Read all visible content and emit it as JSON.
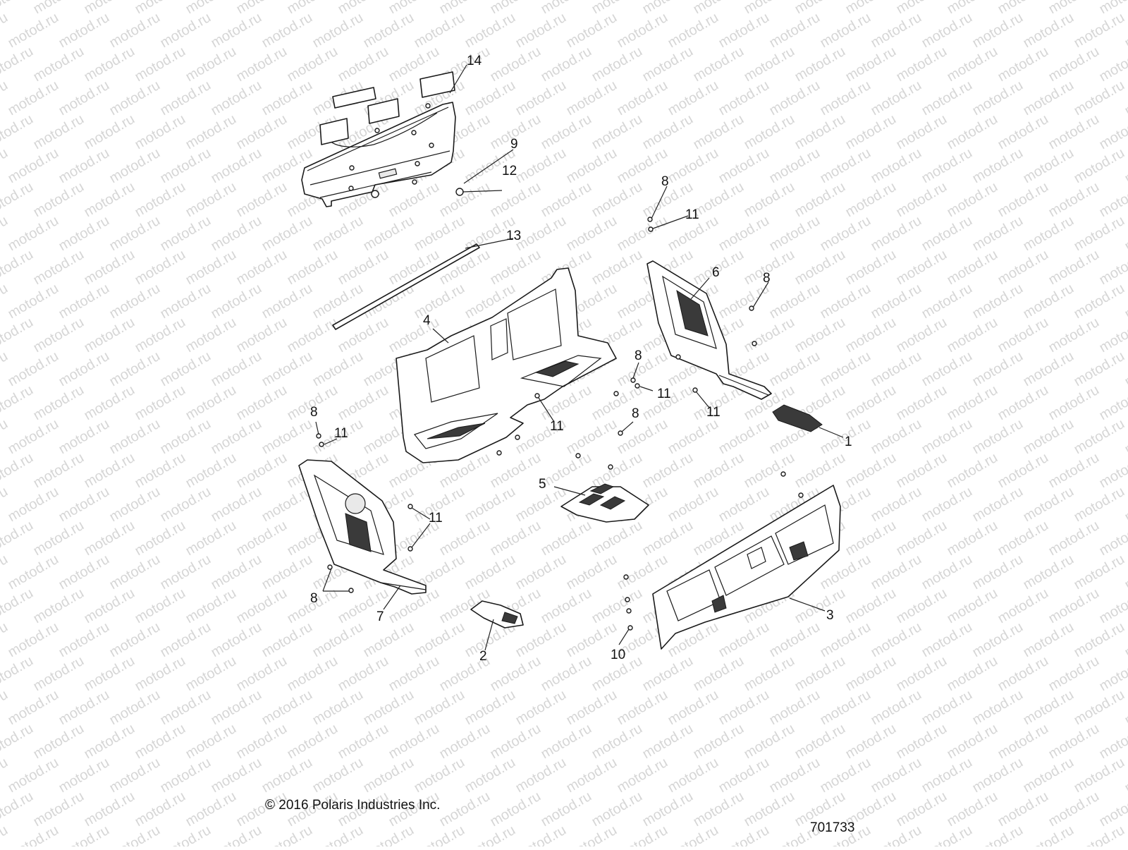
{
  "watermark": {
    "text": "motod.ru",
    "color": "#d6d6d6"
  },
  "callouts": [
    {
      "id": "c14",
      "label": "14"
    },
    {
      "id": "c9",
      "label": "9"
    },
    {
      "id": "c12",
      "label": "12"
    },
    {
      "id": "c13",
      "label": "13"
    },
    {
      "id": "c8a",
      "label": "8"
    },
    {
      "id": "c11a",
      "label": "11"
    },
    {
      "id": "c6",
      "label": "6"
    },
    {
      "id": "c8b",
      "label": "8"
    },
    {
      "id": "c4",
      "label": "4"
    },
    {
      "id": "c8c",
      "label": "8"
    },
    {
      "id": "c11b",
      "label": "11"
    },
    {
      "id": "c11c",
      "label": "11"
    },
    {
      "id": "c11d",
      "label": "11"
    },
    {
      "id": "c8d",
      "label": "8"
    },
    {
      "id": "c1",
      "label": "1"
    },
    {
      "id": "c8e",
      "label": "8"
    },
    {
      "id": "c11e",
      "label": "11"
    },
    {
      "id": "c5",
      "label": "5"
    },
    {
      "id": "c11f",
      "label": "11"
    },
    {
      "id": "c8f",
      "label": "8"
    },
    {
      "id": "c7",
      "label": "7"
    },
    {
      "id": "c3",
      "label": "3"
    },
    {
      "id": "c2",
      "label": "2"
    },
    {
      "id": "c10",
      "label": "10"
    }
  ],
  "footer": {
    "copyright": "© 2016 Polaris Industries Inc.",
    "diagram_number": "701733"
  }
}
